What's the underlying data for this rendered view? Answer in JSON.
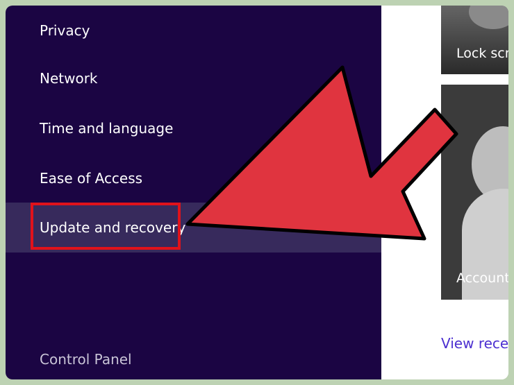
{
  "sidebar": {
    "items": [
      {
        "label": "Privacy",
        "selected": false
      },
      {
        "label": "Network",
        "selected": false
      },
      {
        "label": "Time and language",
        "selected": false
      },
      {
        "label": "Ease of Access",
        "selected": false
      },
      {
        "label": "Update and recovery",
        "selected": true
      }
    ],
    "control_panel": "Control Panel"
  },
  "right": {
    "lock_tile_label": "Lock scr",
    "account_tile_label": "Account",
    "view_link": "View recen"
  },
  "colors": {
    "sidebar_bg": "#1b0543",
    "selected_bg": "#372a5c",
    "highlight_border": "#e0121b",
    "arrow_fill": "#e0343f",
    "link": "#4b2fd0"
  },
  "icons": {
    "annotation": "red-arrow-icon"
  }
}
